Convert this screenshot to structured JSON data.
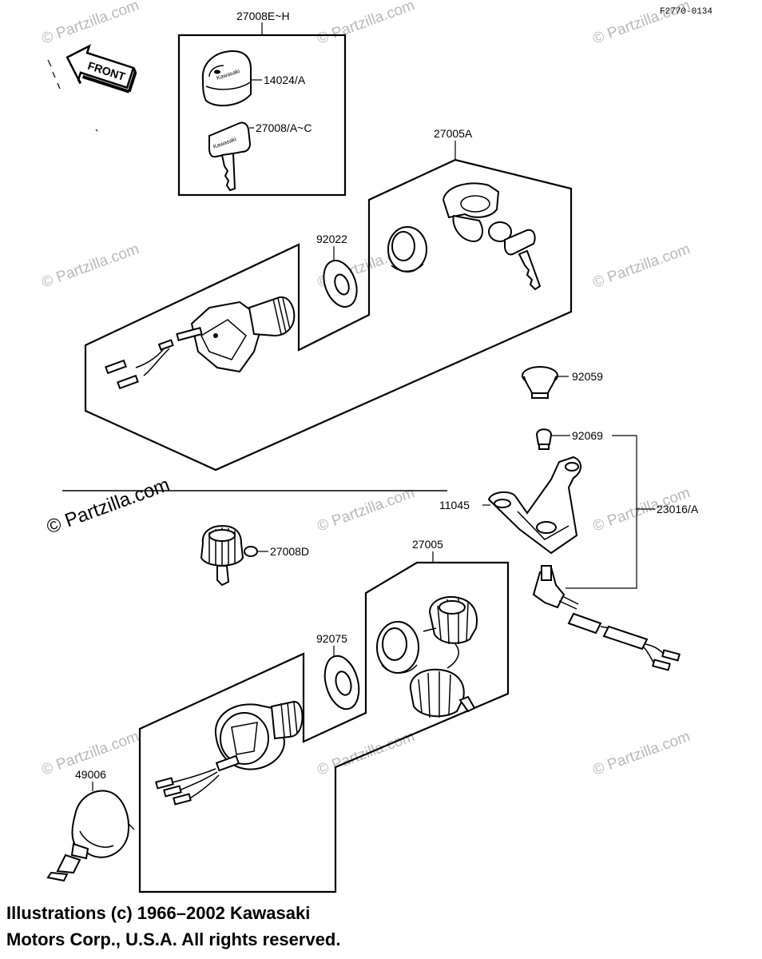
{
  "figure_ref": "F2770-0134",
  "front_label": "FRONT",
  "brand_text": "Kawasaki",
  "parts": {
    "p27008EH": "27008E~H",
    "p14024A": "14024/A",
    "p27008AC": "27008/A~C",
    "p27005A": "27005A",
    "p92022": "92022",
    "p92059": "92059",
    "p92069": "92069",
    "p11045": "11045",
    "p23016A": "23016/A",
    "p27008D": "27008D",
    "p27005": "27005",
    "p92075": "92075",
    "p49006": "49006"
  },
  "watermark": "© Partzilla.com",
  "copyright": {
    "line1": "Illustrations (c) 1966–2002 Kawasaki",
    "line2": "Motors Corp., U.S.A.  All rights reserved."
  }
}
